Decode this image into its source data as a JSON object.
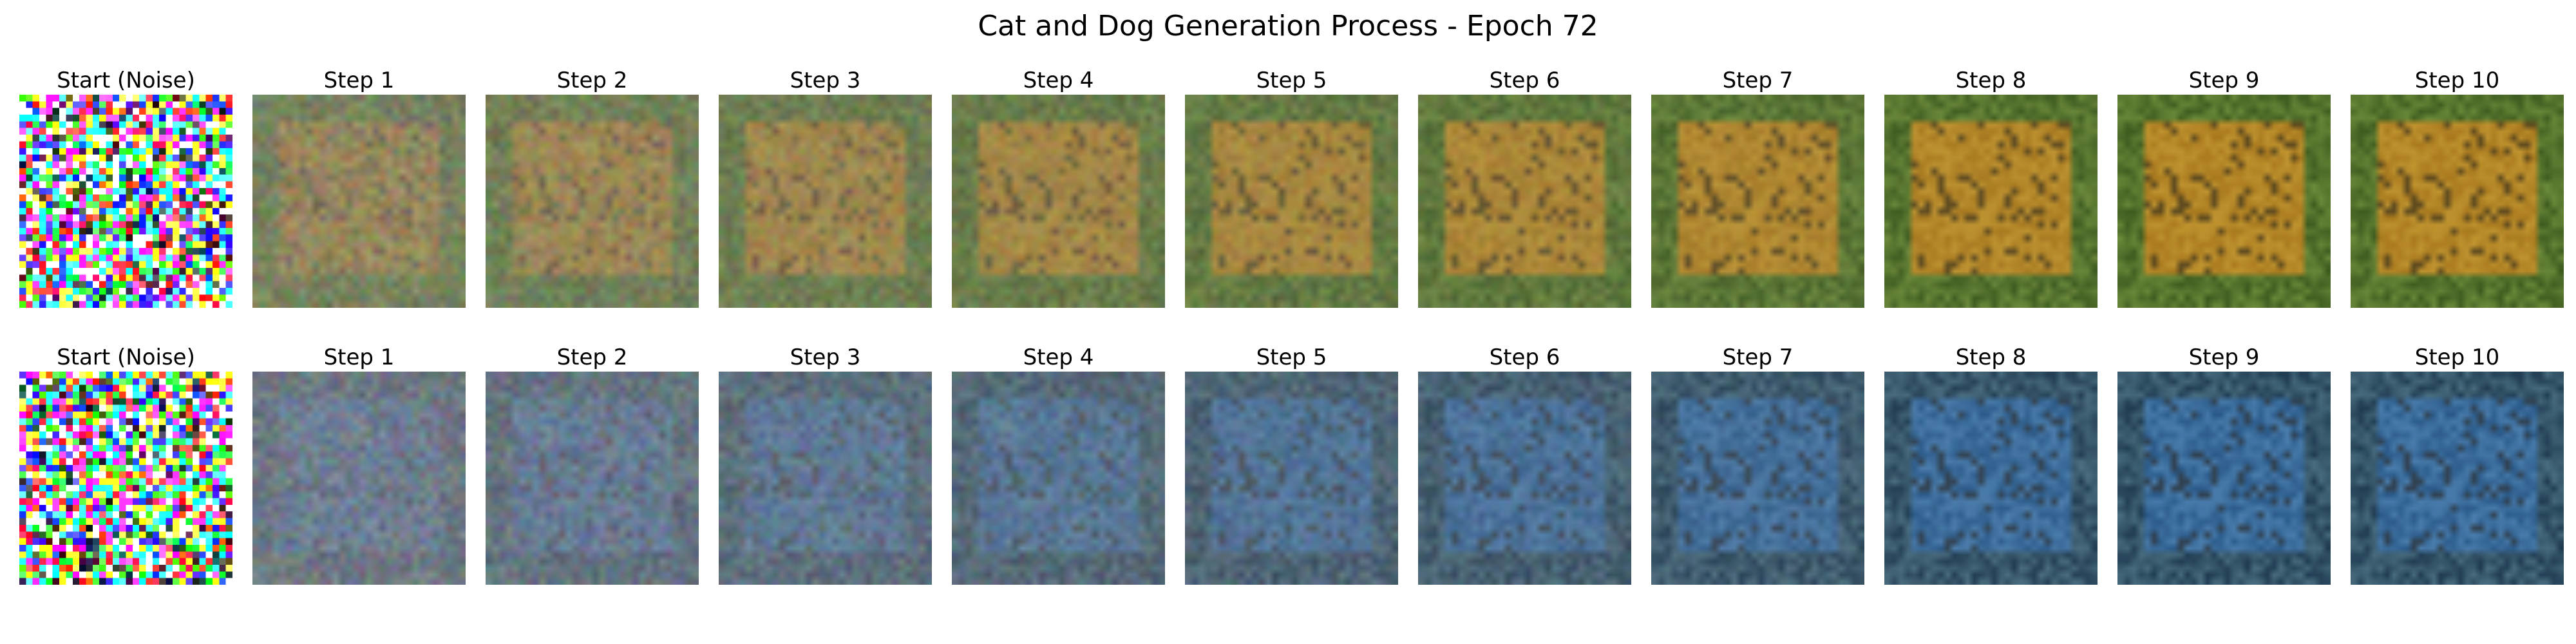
{
  "figure": {
    "title": "Cat and Dog Generation Process - Epoch 72"
  },
  "rows": [
    {
      "palette": {
        "grass_dark": "#3c5a1e",
        "grass_light": "#6b8a3a",
        "subject": "#a8781e",
        "subject_light": "#d8b040",
        "noise_gray": "#8a8a7a"
      },
      "steps": [
        {
          "label": "Start (Noise)",
          "kind": "noise",
          "denoise": 0.0
        },
        {
          "label": "Step 1",
          "kind": "gen",
          "denoise": 0.1
        },
        {
          "label": "Step 2",
          "kind": "gen",
          "denoise": 0.2
        },
        {
          "label": "Step 3",
          "kind": "gen",
          "denoise": 0.3
        },
        {
          "label": "Step 4",
          "kind": "gen",
          "denoise": 0.4
        },
        {
          "label": "Step 5",
          "kind": "gen",
          "denoise": 0.5
        },
        {
          "label": "Step 6",
          "kind": "gen",
          "denoise": 0.6
        },
        {
          "label": "Step 7",
          "kind": "gen",
          "denoise": 0.7
        },
        {
          "label": "Step 8",
          "kind": "gen",
          "denoise": 0.8
        },
        {
          "label": "Step 9",
          "kind": "gen",
          "denoise": 0.9
        },
        {
          "label": "Step 10",
          "kind": "gen",
          "denoise": 1.0
        }
      ]
    },
    {
      "palette": {
        "grass_dark": "#1e3a50",
        "grass_light": "#4a6e80",
        "subject": "#2a5a8a",
        "subject_light": "#6aa0d0",
        "noise_gray": "#8a8a90"
      },
      "steps": [
        {
          "label": "Start (Noise)",
          "kind": "noise",
          "denoise": 0.0
        },
        {
          "label": "Step 1",
          "kind": "gen",
          "denoise": 0.1
        },
        {
          "label": "Step 2",
          "kind": "gen",
          "denoise": 0.2
        },
        {
          "label": "Step 3",
          "kind": "gen",
          "denoise": 0.3
        },
        {
          "label": "Step 4",
          "kind": "gen",
          "denoise": 0.4
        },
        {
          "label": "Step 5",
          "kind": "gen",
          "denoise": 0.5
        },
        {
          "label": "Step 6",
          "kind": "gen",
          "denoise": 0.6
        },
        {
          "label": "Step 7",
          "kind": "gen",
          "denoise": 0.7
        },
        {
          "label": "Step 8",
          "kind": "gen",
          "denoise": 0.8
        },
        {
          "label": "Step 9",
          "kind": "gen",
          "denoise": 0.9
        },
        {
          "label": "Step 10",
          "kind": "gen",
          "denoise": 1.0
        }
      ]
    }
  ]
}
